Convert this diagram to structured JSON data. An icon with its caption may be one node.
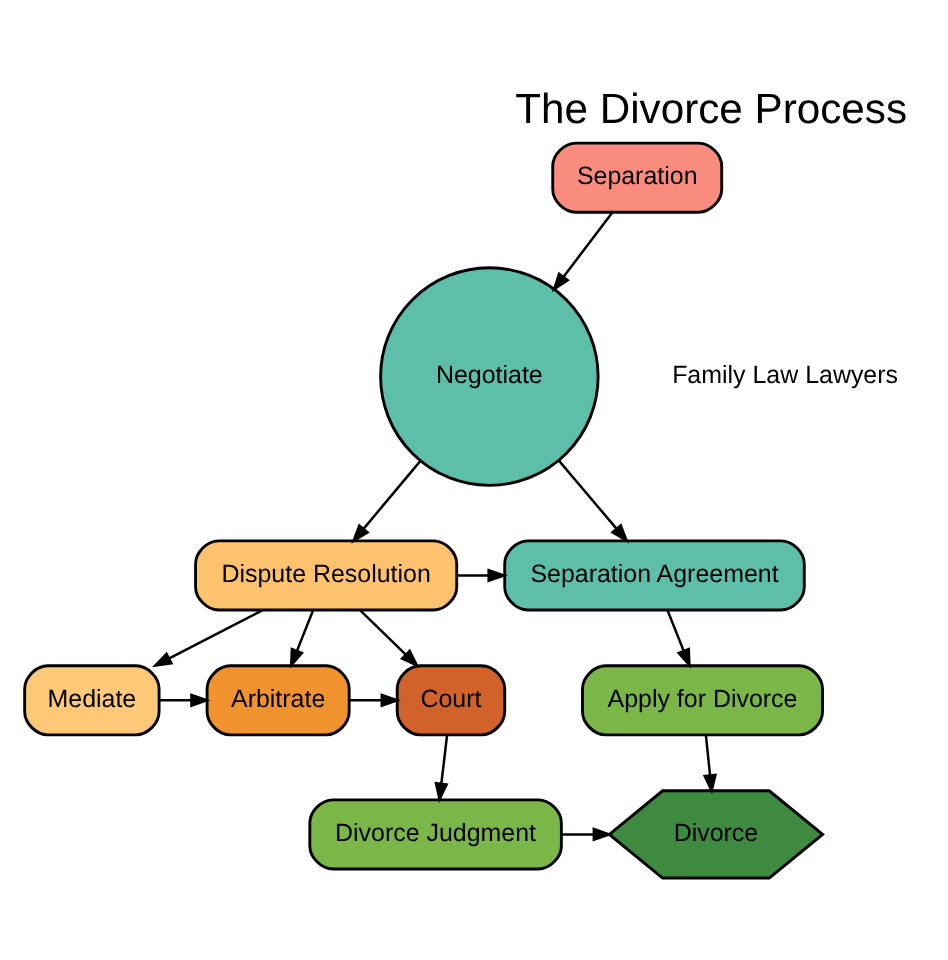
{
  "diagram": {
    "title": "The Divorce Process",
    "nodes": [
      {
        "text": [
          "Separation"
        ]
      },
      {
        "text": [
          "Negotiate"
        ]
      },
      {
        "text": [
          "Separation Agreement"
        ]
      },
      {
        "text": [
          "Dispute Resolution"
        ]
      },
      {
        "text": [
          "Apply for Divorce"
        ]
      },
      {
        "text": [
          "Mediate"
        ]
      },
      {
        "text": [
          "Arbitrate"
        ]
      },
      {
        "text": [
          "Court"
        ]
      },
      {
        "text": [
          "Divorce"
        ]
      },
      {
        "text": [
          "Divorce Judgment"
        ]
      }
    ],
    "edges": [
      {
        "from": 0,
        "to": 1,
        "arrow": "to"
      },
      {
        "from": 1,
        "to": 2,
        "arrow": "to"
      },
      {
        "from": 1,
        "to": 3,
        "arrow": "to"
      },
      {
        "from": 3,
        "to": 2,
        "arrow": "to"
      },
      {
        "from": 2,
        "to": 4,
        "arrow": "to"
      },
      {
        "from": 3,
        "to": 5,
        "arrow": "to"
      },
      {
        "from": 3,
        "to": 6,
        "arrow": "to"
      },
      {
        "from": 3,
        "to": 7,
        "arrow": "to"
      },
      {
        "from": 5,
        "to": 6,
        "arrow": "to"
      },
      {
        "from": 6,
        "to": 7,
        "arrow": "to"
      },
      {
        "from": 4,
        "to": 8,
        "arrow": "to"
      },
      {
        "from": 7,
        "to": 9,
        "arrow": "to"
      },
      {
        "from": 9,
        "to": 8,
        "arrow": "to"
      }
    ],
    "labels": [
      "Family Law Lawyers"
    ]
  }
}
